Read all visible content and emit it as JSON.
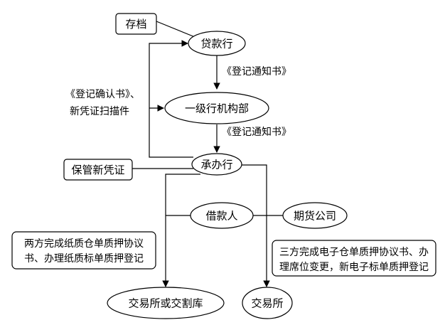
{
  "nodes": {
    "archive": "存档",
    "lender_bank": "贷款行",
    "first_level_branch": "一级行机构部",
    "handling_bank": "承办行",
    "keep_new_voucher": "保管新凭证",
    "borrower": "借款人",
    "futures_company": "期货公司",
    "exchange_or_warehouse": "交易所或交割库",
    "exchange": "交易所"
  },
  "edge_labels": {
    "notice_top": "《登记通知书》",
    "notice_bottom": "《登记通知书》",
    "confirm_line1": "《登记确认书》、",
    "confirm_line2": "新凭证扫描件"
  },
  "notes": {
    "paper_line1": "两方完成纸质仓单质押协议",
    "paper_line2": "书、办理纸质标单质押登记",
    "electronic_line1": "三方完成电子仓单质押协议书、办",
    "electronic_line2": "理席位变更，新电子标单质押登记"
  }
}
